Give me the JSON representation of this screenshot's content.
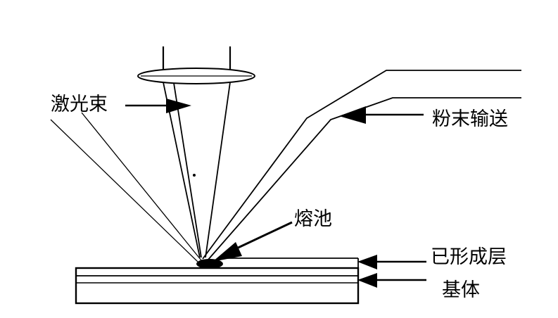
{
  "labels": {
    "laser_beam": "激光束",
    "powder_feed": "粉末输送",
    "melt_pool": "熔池",
    "formed_layer": "已形成层",
    "substrate": "基体"
  },
  "colors": {
    "ink": "#000000",
    "background": "#ffffff"
  }
}
